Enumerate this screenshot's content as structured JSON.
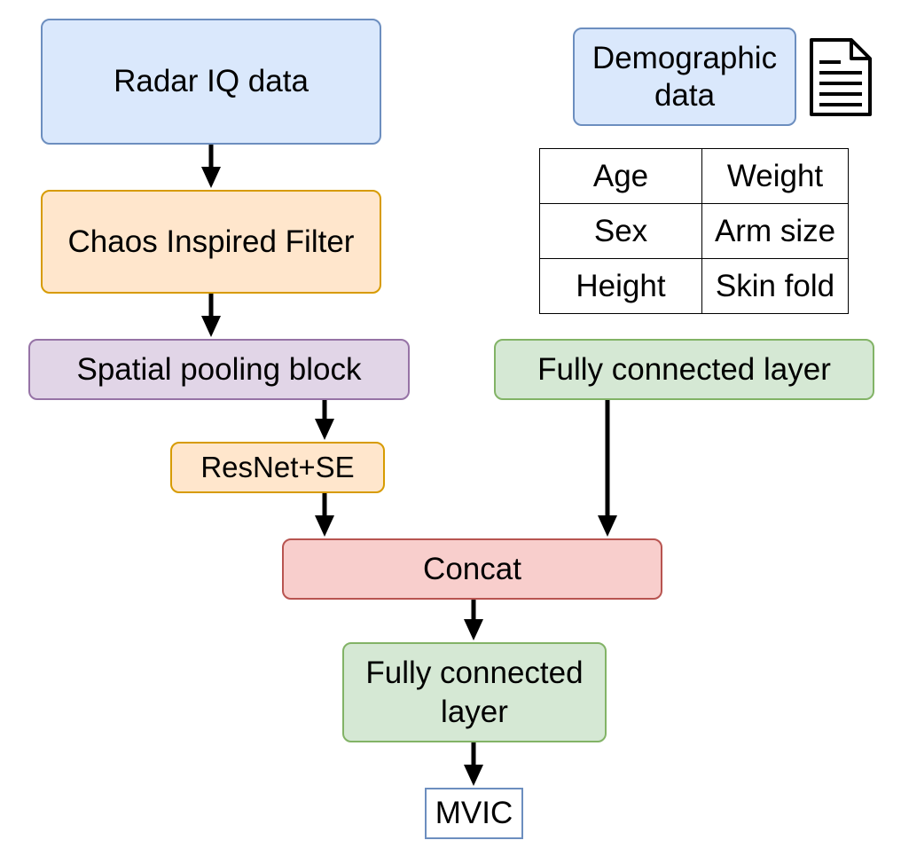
{
  "nodes": {
    "radar_iq": "Radar IQ data",
    "chaos_filter": "Chaos Inspired Filter",
    "spatial_pooling": "Spatial pooling block",
    "resnet_se": "ResNet+SE",
    "concat": "Concat",
    "fc_demographic": "Fully connected layer",
    "fc_final": "Fully connected\nlayer",
    "mvic": "MVIC",
    "demographic": "Demographic\ndata"
  },
  "demographic_table": [
    [
      "Age",
      "Weight"
    ],
    [
      "Sex",
      "Arm size"
    ],
    [
      "Height",
      "Skin fold"
    ]
  ],
  "icons": {
    "document": "document-icon"
  },
  "colors": {
    "blue_fill": "#dae8fc",
    "blue_stroke": "#6c8ebf",
    "orange_fill": "#ffe6cc",
    "orange_stroke": "#d79b00",
    "purple_fill": "#e1d5e7",
    "purple_stroke": "#9673a6",
    "green_fill": "#d5e8d4",
    "green_stroke": "#82b366",
    "red_fill": "#f8cecc",
    "red_stroke": "#b85450"
  }
}
